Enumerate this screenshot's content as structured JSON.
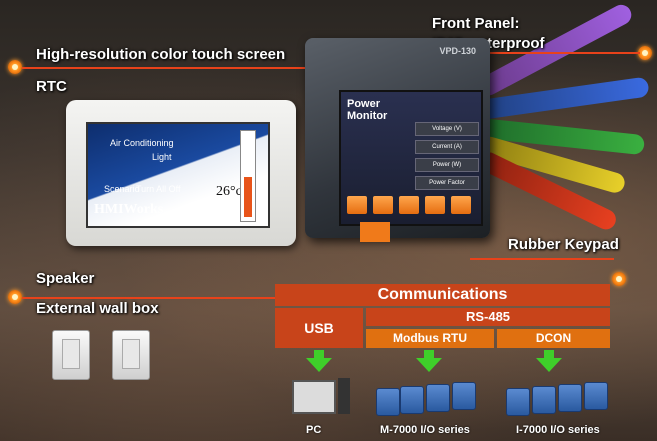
{
  "callouts": {
    "touch_screen": "High-resolution color touch screen",
    "rtc": "RTC",
    "front_panel_1": "Front Panel:",
    "front_panel_2": "IP65 waterproof",
    "rubber_keypad": "Rubber Keypad",
    "speaker": "Speaker",
    "wall_box": "External wall box"
  },
  "touch_panel": {
    "logo": "HMIWorks",
    "temperature": "26°c",
    "icon_labels": [
      "Air Conditioning",
      "Light",
      "Scenario",
      "Turn All Off"
    ]
  },
  "vpd_unit": {
    "model": "VPD-130",
    "screen_title_1": "Power",
    "screen_title_2": "Monitor",
    "rows": [
      "Voltage (V)",
      "Current (A)",
      "Power (W)",
      "Power Factor"
    ]
  },
  "communications": {
    "title": "Communications",
    "usb": "USB",
    "rs485": "RS-485",
    "modbus": "Modbus RTU",
    "dcon": "DCON"
  },
  "devices": {
    "pc": "PC",
    "m7000": "M-7000 I/O series",
    "i7000": "I-7000 I/O series"
  },
  "colors": {
    "accent_line": "#e8421a",
    "bar_dark": "#c8441a",
    "bar_light": "#e07010",
    "arrow_green": "#3fcf2a"
  }
}
